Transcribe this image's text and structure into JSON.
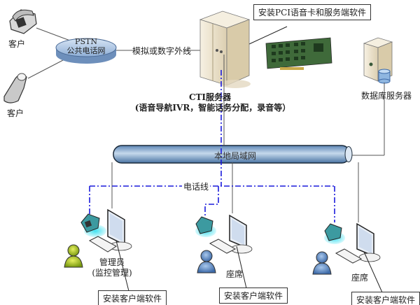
{
  "diagram": {
    "customers": [
      {
        "label": "客户",
        "device": "desk-phone"
      },
      {
        "label": "客户",
        "device": "mobile-phone"
      }
    ],
    "pstn": {
      "line1": "PSTN",
      "line2": "公共电话网"
    },
    "trunk_label": "模拟或数字外线",
    "cti_server": {
      "title": "CTI服务器",
      "subtitle": "(语音导航IVR，智能话务分配，录音等）"
    },
    "pci_callout": "安装PCI语音卡和服务端软件",
    "db_server": {
      "label": "数据库服务器"
    },
    "lan_label": "本地局域网",
    "phone_line_label": "电话线",
    "workstations": [
      {
        "role_line1": "管理员",
        "role_line2": "(监控管理)",
        "callout": "安装客户端软件",
        "avatar_color": "#c8d820"
      },
      {
        "role_line1": "座席",
        "role_line2": "",
        "callout": "安装客户端软件",
        "avatar_color": "#5a8cc8"
      },
      {
        "role_line1": "座席",
        "role_line2": "",
        "callout": "安装客户端软件",
        "avatar_color": "#5a8cc8"
      }
    ],
    "colors": {
      "phone_line": "#1a1adc",
      "lan_tube": "#7fa6cc",
      "pstn_disc": "#9ab8dc",
      "server_body": "#efe6d2",
      "phone_glow": "#3fdcef"
    }
  }
}
